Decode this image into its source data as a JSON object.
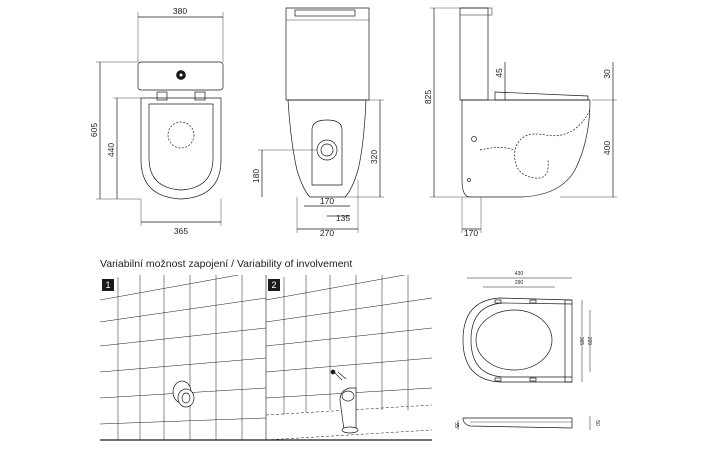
{
  "title": "Variabilní možnost zapojení / Variability of involvement",
  "variants": [
    "1",
    "2"
  ],
  "dimensions": {
    "top_width": "380",
    "tank_height": "605",
    "bowl_depth": "440",
    "bowl_width": "365",
    "outlet_height_front": "180",
    "outlet_width": "170",
    "outlet_offset": "135",
    "base_width": "270",
    "outlet_height_side": "320",
    "total_height": "825",
    "seat_gap": "45",
    "seat_thickness": "30",
    "rim_height": "400",
    "outlet_depth": "170",
    "seat_outer_width": "430",
    "seat_inner_width": "290",
    "seat_depth": "365",
    "seat_inner_depth": "220",
    "seat_profile_small": "35",
    "seat_profile_height": "50"
  }
}
